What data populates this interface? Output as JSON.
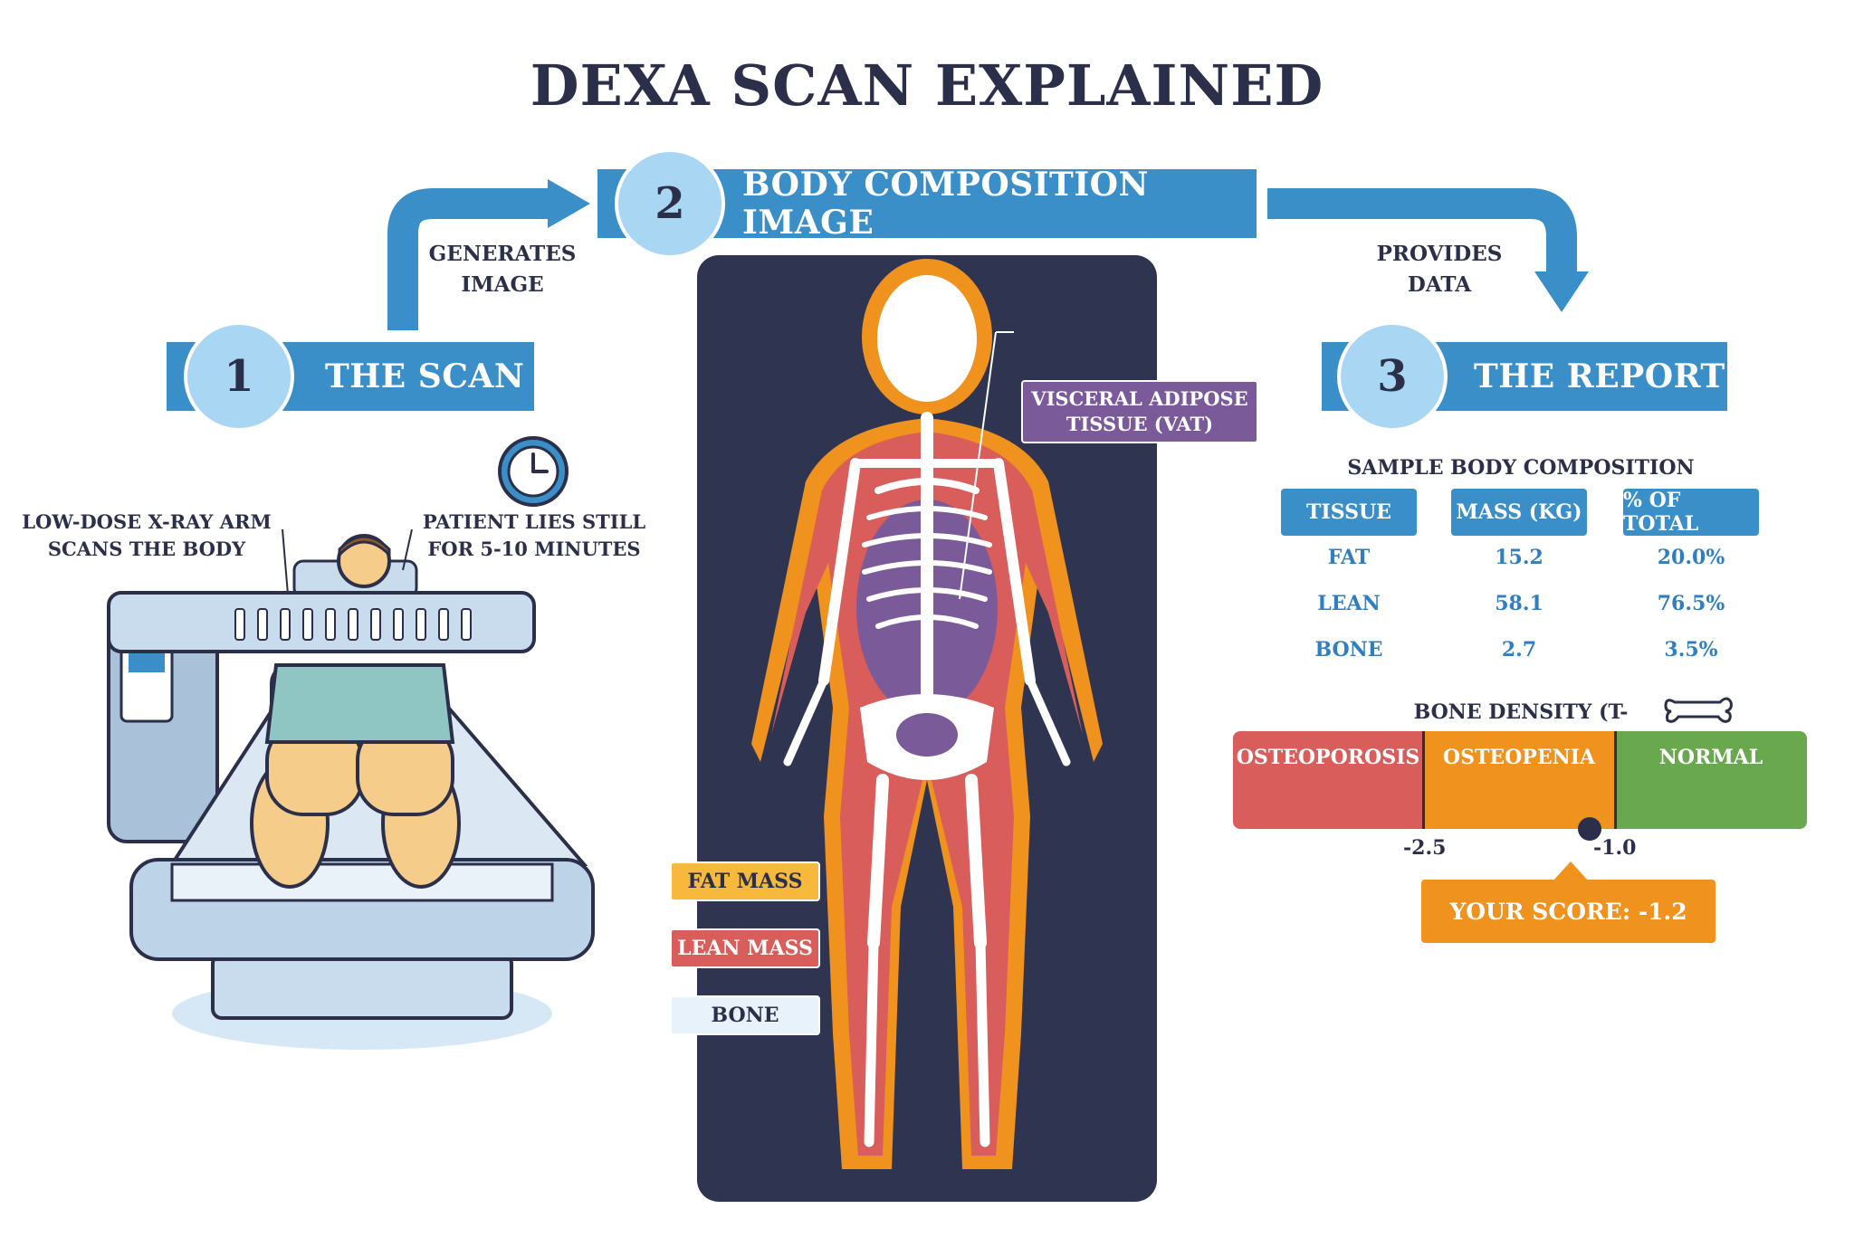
{
  "title": "DEXA SCAN EXPLAINED",
  "steps": [
    {
      "number": "1",
      "label": "THE SCAN"
    },
    {
      "number": "2",
      "label": "BODY COMPOSITION IMAGE"
    },
    {
      "number": "3",
      "label": "THE REPORT"
    }
  ],
  "arrows": {
    "generates": "GENERATES\nIMAGE",
    "provides": "PROVIDES\nDATA"
  },
  "scan_notes": {
    "arm": "LOW-DOSE X-RAY ARM\nSCANS THE BODY",
    "patient": "PATIENT LIES STILL\nFOR 5-10 MINUTES"
  },
  "body_labels": {
    "vat": "VISCERAL ADIPOSE\nTISSUE (VAT)",
    "fat": "FAT MASS",
    "lean": "LEAN MASS",
    "bone": "BONE"
  },
  "report": {
    "table_title": "SAMPLE BODY COMPOSITION",
    "headers": [
      "TISSUE",
      "MASS (KG)",
      "% OF TOTAL"
    ],
    "rows": [
      [
        "FAT",
        "15.2",
        "20.0%"
      ],
      [
        "LEAN",
        "58.1",
        "76.5%"
      ],
      [
        "BONE",
        "2.7",
        "3.5%"
      ]
    ],
    "density_title": "BONE DENSITY (T-SCORE)",
    "segments": [
      "OSTEOPOROSIS",
      "OSTEOPENIA",
      "NORMAL"
    ],
    "ticks": [
      "-2.5",
      "-1.0"
    ],
    "score_label": "YOUR SCORE: -1.2",
    "score_value": -1.2
  },
  "colors": {
    "primary": "#3a8fc9",
    "light_circle": "#a9d6f2",
    "navy": "#2b2f4a",
    "osteoporosis": "#d95d5a",
    "osteopenia": "#f0921e",
    "normal": "#6aa84f",
    "vat": "#7b5a9a",
    "fat": "#f6b93b",
    "lean": "#d95d5a"
  }
}
